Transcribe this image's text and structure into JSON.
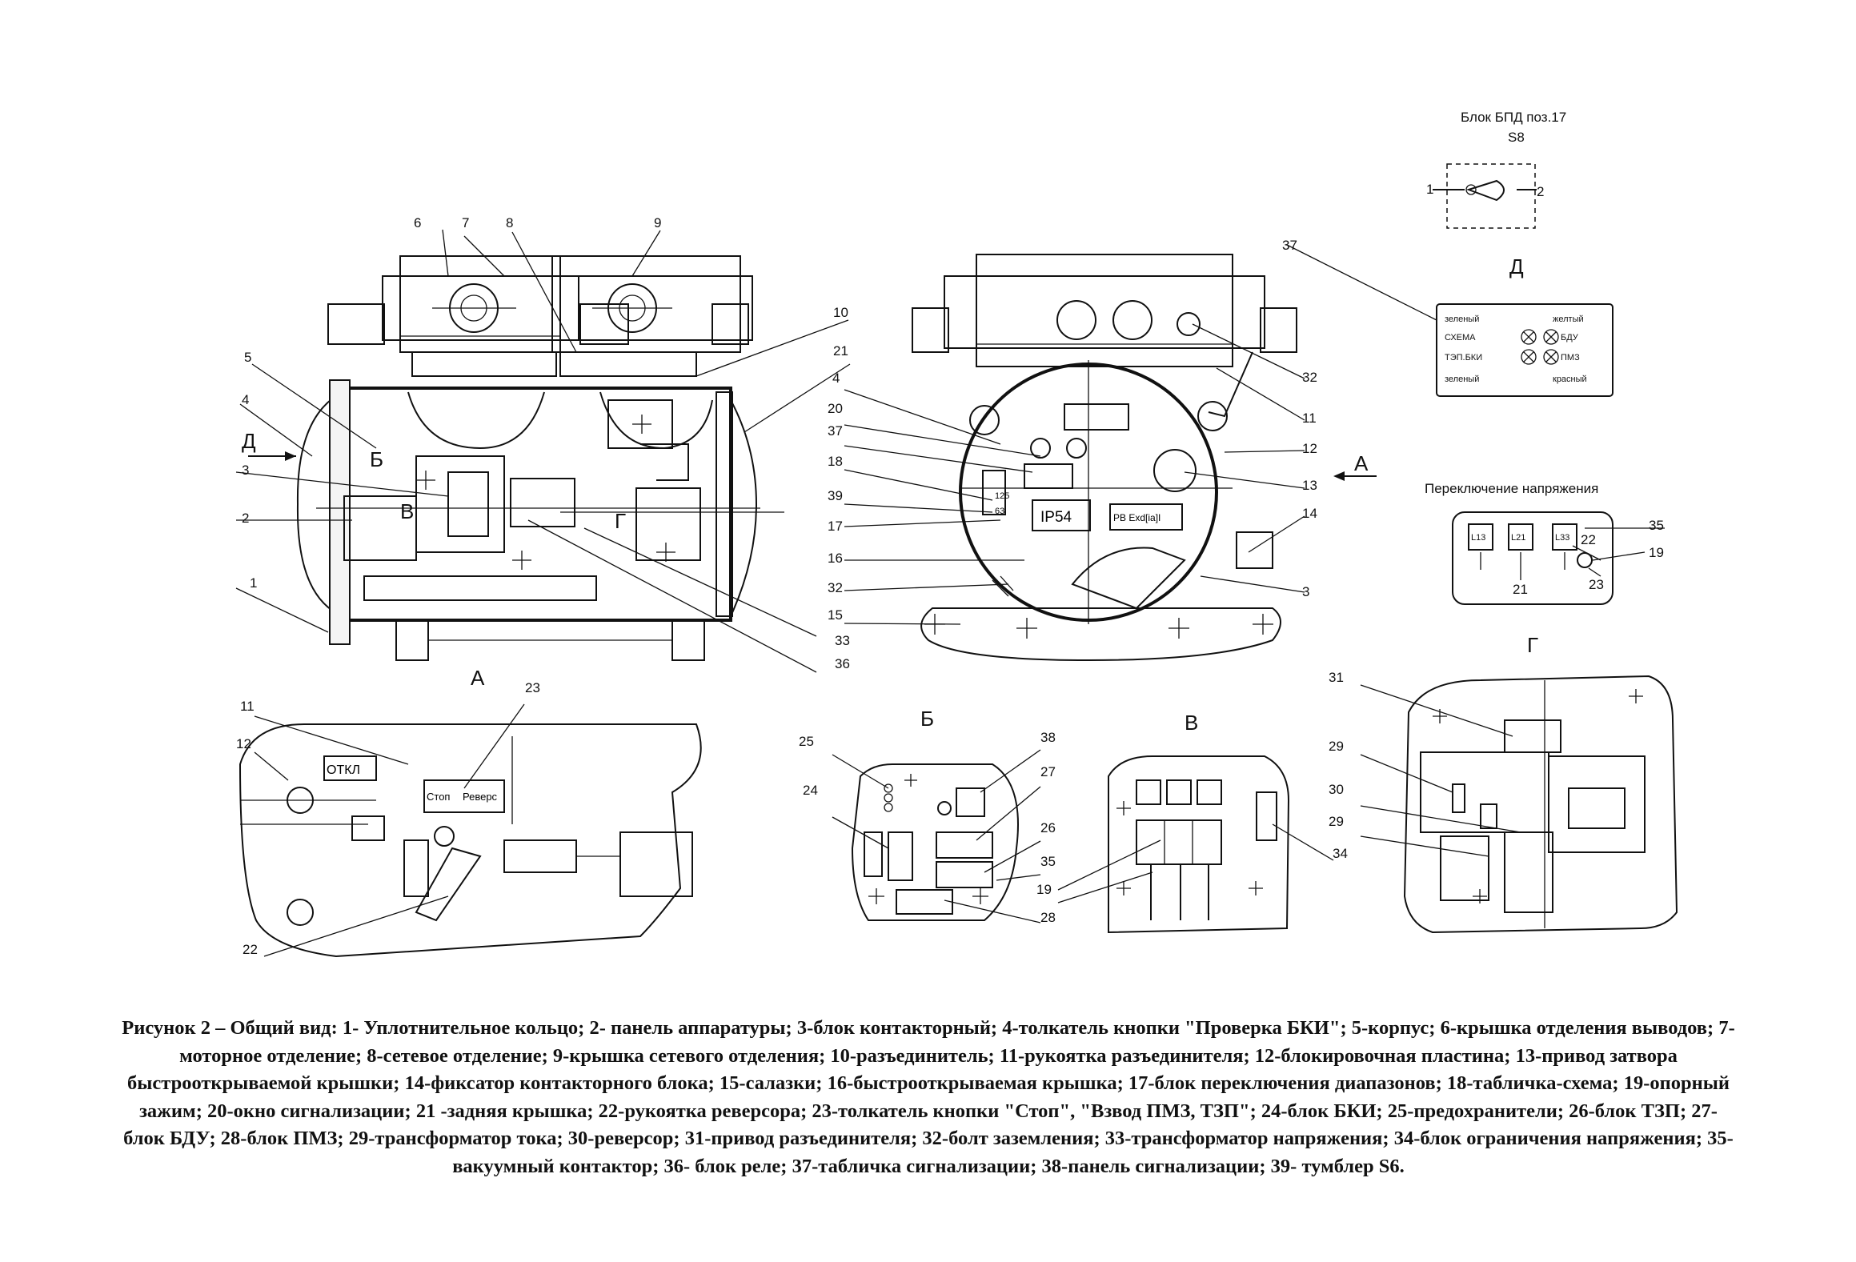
{
  "caption": "Рисунок 2 – Общий вид: 1- Уплотнительное кольцо; 2- панель аппаратуры; 3-блок контакторный; 4-толкатель кнопки \"Проверка БКИ\"; 5-корпус; 6-крышка отделения выводов; 7-моторное отделение; 8-сетевое отделение; 9-крышка сетевого отделения; 10-разъединитель; 11-рукоятка разъединителя; 12-блокировочная пластина; 13-привод затвора быстрооткрываемой крышки; 14-фиксатор контакторного блока; 15-салазки; 16-быстрооткрываемая крышка; 17-блок переключения диапазонов; 18-табличка-схема; 19-опорный зажим; 20-окно сигнализации; 21 -задняя крышка; 22-рукоятка реверсора; 23-толкатель кнопки \"Стоп\", \"Взвод ПМЗ, ТЗП\"; 24-блок БКИ; 25-предохранители; 26-блок ТЗП; 27- блок БДУ; 28-блок ПМЗ; 29-трансформатор тока; 30-реверсор; 31-привод разъединителя; 32-болт заземления; 33-трансформатор напряжения; 34-блок ограничения напряжения; 35- вакуумный контактор; 36- блок реле; 37-табличка сигнализации; 38-панель сигнализации; 39- тумблер S6.",
  "view_titles": {
    "a": "А",
    "b": "Б",
    "v": "В",
    "g": "Г",
    "d": "Д",
    "bpd": "Блок БПД поз.17",
    "s8": "S8",
    "voltage": "Переключение напряжения"
  },
  "arrow_letters": {
    "d": "Д",
    "a": "А",
    "b": "Б",
    "v": "В",
    "g": "Г"
  },
  "signal_plate": {
    "r1_left": "зеленый",
    "r1_right": "желтый",
    "r2_left": "СХЕМА",
    "r2_right": "БДУ",
    "r3_left": "ТЭП.БКИ",
    "r3_right": "ПМЗ",
    "r4_left": "зеленый",
    "r4_right": "красный"
  },
  "voltage_switch": {
    "t1": "L13",
    "t2": "L21",
    "t3": "L33"
  },
  "plates": {
    "ip": "IP54",
    "ex": "PB Exd[ia]I",
    "otkl": "ОТКЛ",
    "stop": "Стоп",
    "reverse": "Реверс",
    "r125": "125",
    "r63": "63"
  },
  "callouts": {
    "c6": "6",
    "c7": "7",
    "c8": "8",
    "c9": "9",
    "c10": "10",
    "c21": "21",
    "c5": "5",
    "c4a": "4",
    "c3a": "3",
    "c2": "2",
    "c1": "1",
    "c33": "33",
    "c36": "36",
    "c4b": "4",
    "c20": "20",
    "c37a": "37",
    "c18": "18",
    "c39": "39",
    "c17": "17",
    "c16": "16",
    "c32b": "32",
    "c15": "15",
    "c32a": "32",
    "c11a": "11",
    "c12a": "12",
    "c13": "13",
    "c14": "14",
    "c3b": "3",
    "c37b": "37",
    "bpd1": "1",
    "bpd2": "2",
    "c35a": "35",
    "c22a": "22",
    "c19a": "19",
    "c21b": "21",
    "c23a": "23",
    "c11b": "11",
    "c12b": "12",
    "c23b": "23",
    "c22b": "22",
    "c25": "25",
    "c38": "38",
    "c24": "24",
    "c27": "27",
    "c26": "26",
    "c35b": "35",
    "c19b": "19",
    "c28": "28",
    "c34": "34",
    "c31": "31",
    "c29a": "29",
    "c30": "30",
    "c29b": "29"
  }
}
